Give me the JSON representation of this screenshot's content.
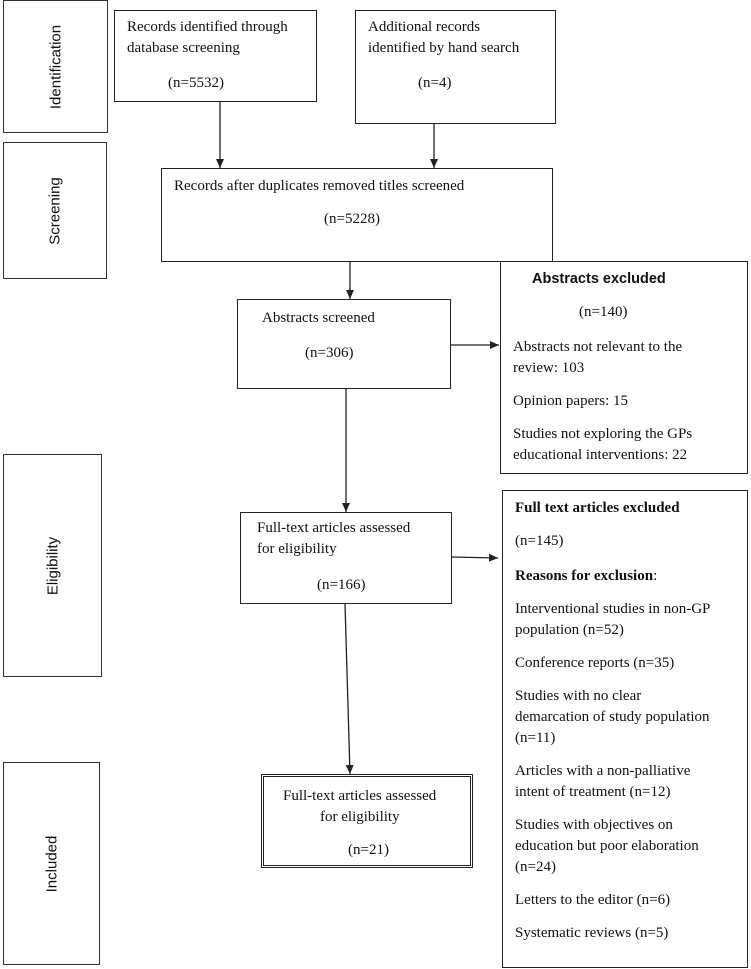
{
  "stages": {
    "identification": "Identification",
    "screening": "Screening",
    "eligibility": "Eligibility",
    "included": "Included"
  },
  "database": {
    "line1": "Records identified through",
    "line2": "database screening",
    "count": "(n=5532)"
  },
  "hand_search": {
    "line1": "Additional records",
    "line2": "identified by hand search",
    "count": "(n=4)"
  },
  "dedup": {
    "line1": "Records after duplicates removed titles screened",
    "count": "(n=5228)"
  },
  "abstracts_screened": {
    "line1": "Abstracts screened",
    "count": "(n=306)"
  },
  "abstracts_excluded": {
    "title": "Abstracts excluded",
    "count": "(n=140)",
    "r1a": "Abstracts not relevant to the",
    "r1b": "review: 103",
    "r2": "Opinion papers: 15",
    "r3a": "Studies not exploring the GPs",
    "r3b": "educational interventions: 22"
  },
  "fulltext_assessed": {
    "line1": "Full-text articles assessed",
    "line2": "for eligibility",
    "count": "(n=166)"
  },
  "fulltext_excluded": {
    "title": "Full text articles excluded",
    "count": "(n=145)",
    "reasons_label": "Reasons for exclusion",
    "reasons_colon": ":",
    "r1a": "Interventional studies in non-GP",
    "r1b": "population (n=52)",
    "r2": "Conference reports (n=35)",
    "r3a": "Studies with no clear",
    "r3b": "demarcation of study population",
    "r3c": "(n=11)",
    "r4a": "Articles with a non-palliative",
    "r4b": "intent of treatment (n=12)",
    "r5a": "Studies with objectives on",
    "r5b": "education but poor elaboration",
    "r5c": "(n=24)",
    "r6": "Letters to the editor (n=6)",
    "r7": "Systematic reviews (n=5)"
  },
  "included_box": {
    "line1": "Full-text articles assessed",
    "line2": "for eligibility",
    "count": "(n=21)"
  }
}
